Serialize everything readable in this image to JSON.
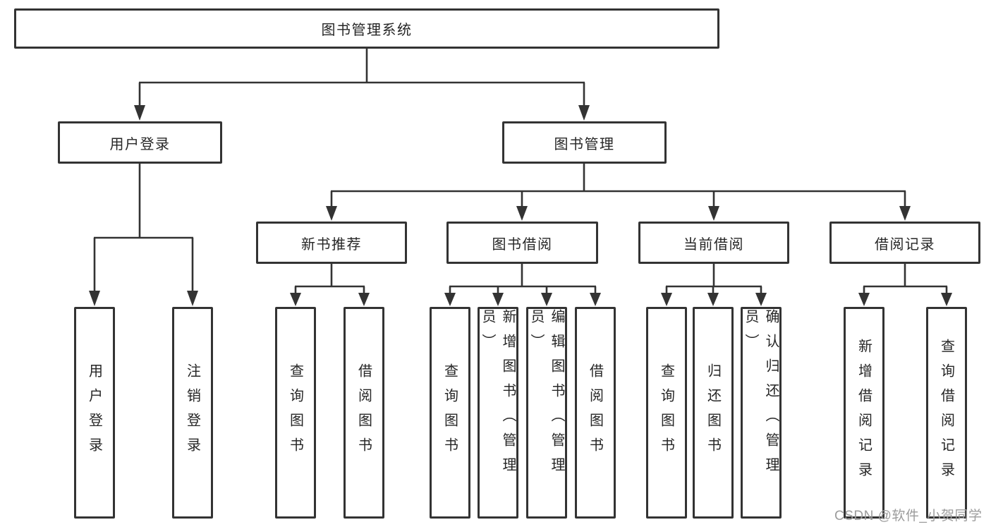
{
  "tree": {
    "label": "图书管理系统",
    "children": [
      {
        "label": "用户登录",
        "children": [
          {
            "label": "用户登录"
          },
          {
            "label": "注销登录"
          }
        ]
      },
      {
        "label": "图书管理",
        "children": [
          {
            "label": "新书推荐",
            "children": [
              {
                "label": "查询图书"
              },
              {
                "label": "借阅图书"
              }
            ]
          },
          {
            "label": "图书借阅",
            "children": [
              {
                "label": "查询图书"
              },
              {
                "label": "新增图书（管理员）"
              },
              {
                "label": "编辑图书（管理员）"
              },
              {
                "label": "借阅图书"
              }
            ]
          },
          {
            "label": "当前借阅",
            "children": [
              {
                "label": "查询图书"
              },
              {
                "label": "归还图书"
              },
              {
                "label": "确认归还（管理员）"
              }
            ]
          },
          {
            "label": "借阅记录",
            "children": [
              {
                "label": "新增借阅记录"
              },
              {
                "label": "查询借阅记录"
              }
            ]
          }
        ]
      }
    ]
  },
  "watermark": {
    "text": "CSDN @软件_小贺同学"
  },
  "colors": {
    "line": "#333333",
    "box_border": "#333333",
    "text": "#262626",
    "background": "#ffffff",
    "watermark_text": "#9c9c9c"
  }
}
